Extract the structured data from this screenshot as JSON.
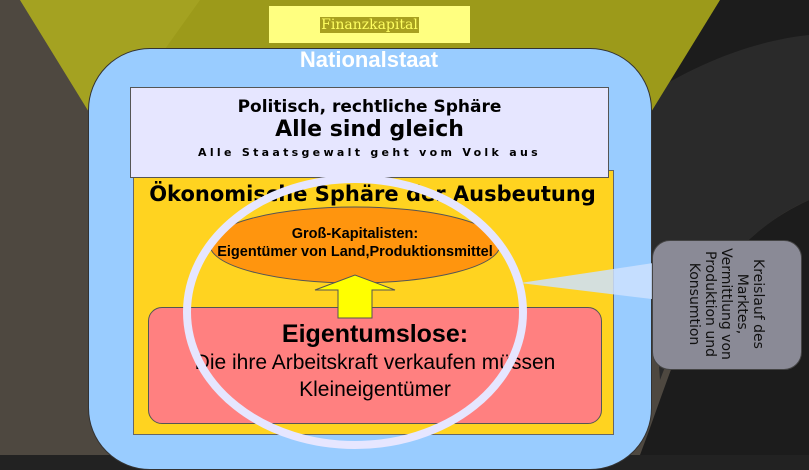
{
  "finance_capital": "Finanzkapital",
  "nation_state": "Nationalstaat",
  "political_sphere": {
    "title": "Politisch, rechtliche Sphäre",
    "headline": "Alle sind gleich",
    "subline": "Alle Staatsgewalt geht vom Volk aus"
  },
  "economic_sphere": {
    "title": "Ökonomische Sphäre der Ausbeutung",
    "capitalists_line1": "Groß-Kapitalisten:",
    "capitalists_line2": "Eigentümer von Land,Produktionsmittel",
    "propertyless_title": "Eigentumslose:",
    "propertyless_line1": "Die ihre Arbeitskraft verkaufen müssen",
    "propertyless_line2": "Kleineigentümer"
  },
  "callout": {
    "lines": [
      "Kreislauf des",
      "Marktes,",
      "Vermittlung von",
      "Produktion und",
      "Konsumtion"
    ]
  },
  "colors": {
    "nation": "#99ccff",
    "economic": "#ffd320",
    "political": "#e6e6ff",
    "capitalists": "#ff950e",
    "propertyless": "#ff8080",
    "arrow": "#ffff00"
  }
}
